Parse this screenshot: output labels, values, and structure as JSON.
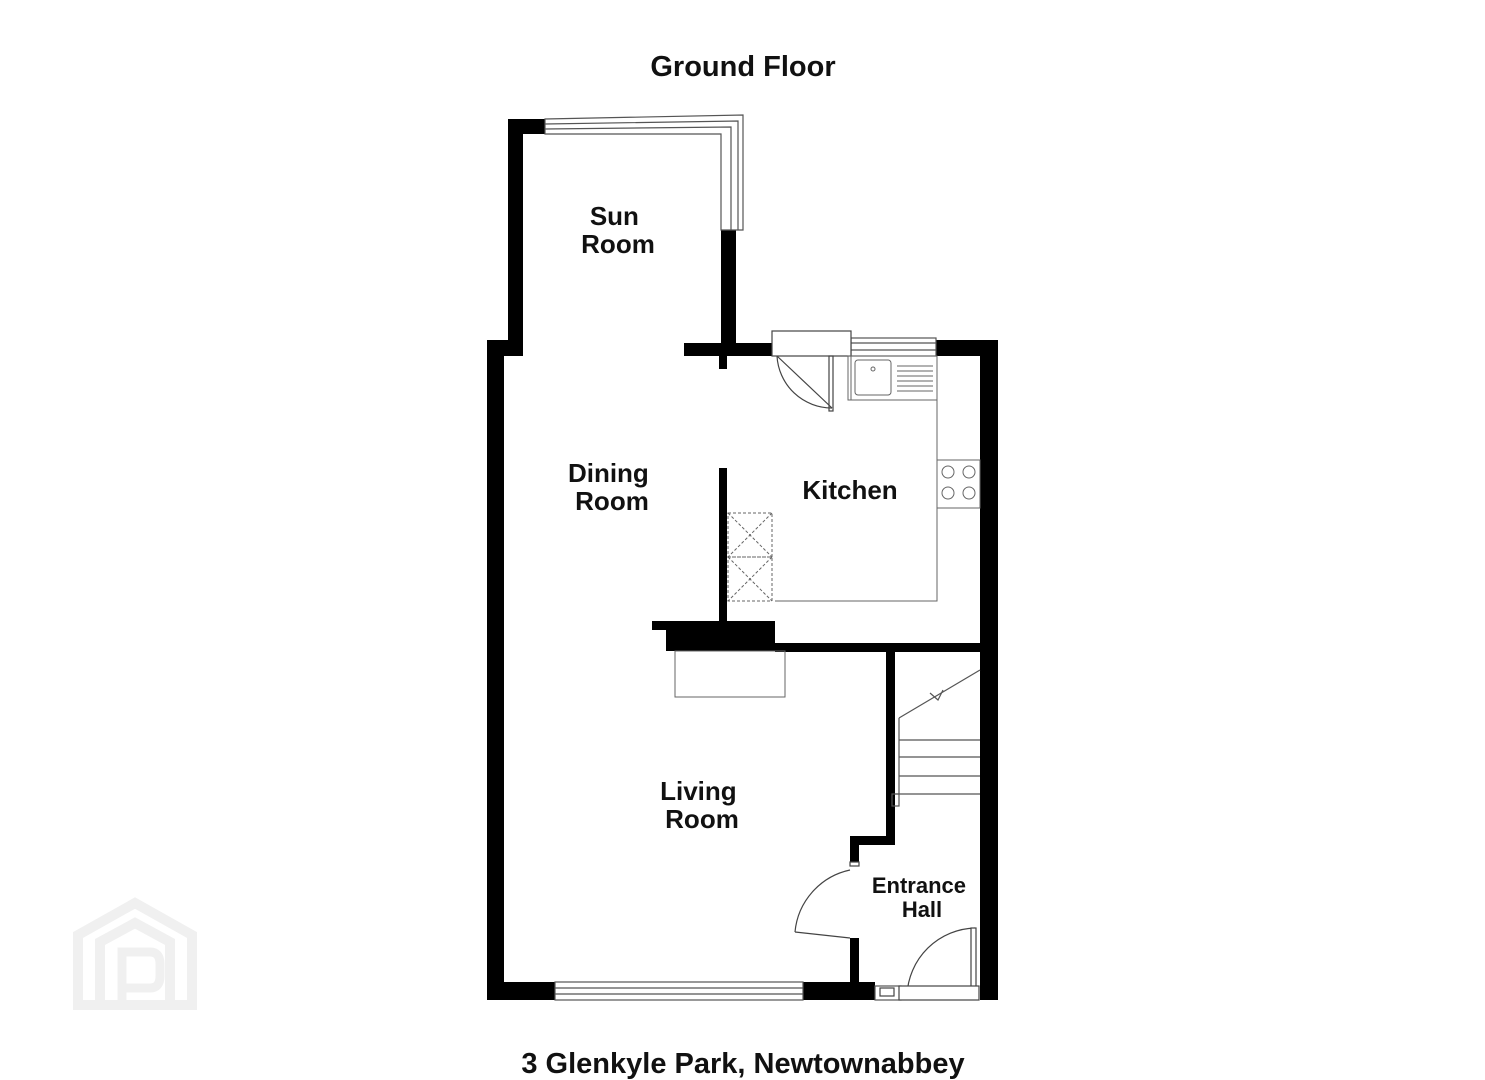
{
  "plan": {
    "title": "Ground Floor",
    "caption": "3 Glenkyle Park, Newtownabbey",
    "rooms": {
      "sun_room": [
        "Sun",
        "Room"
      ],
      "dining_room": [
        "Dining",
        "Room"
      ],
      "kitchen": [
        "Kitchen"
      ],
      "living_room": [
        "Living",
        "Room"
      ],
      "entrance_hall": [
        "Entrance",
        "Hall"
      ]
    }
  },
  "colors": {
    "wall": "#000000",
    "fixture": "#777777",
    "watermark": "#f1f1f1"
  },
  "icons": {
    "watermark": "property-p-logo"
  }
}
